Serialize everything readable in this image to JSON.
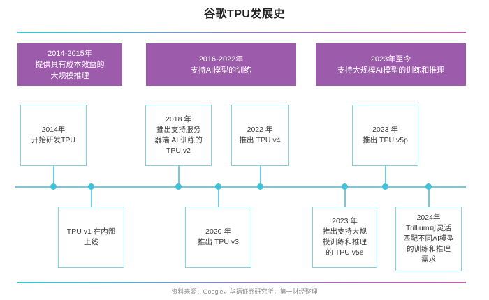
{
  "title": "谷歌TPU发展史",
  "colors": {
    "phase_fill": "#9d5bab",
    "card_border": "#7fd4e0",
    "axis": "#6fcbdd",
    "dot": "#3fc3db",
    "rule_start": "#3ec8cc",
    "rule_end": "#bf5fa9"
  },
  "phases": [
    {
      "label": "2014-2015年\n提供具有成本效益的\n大规模推理"
    },
    {
      "label": "2016-2022年\n支持AI模型的训练"
    },
    {
      "label": "2023年至今\n支持大规模AI模型的训练和推理"
    }
  ],
  "events": [
    {
      "label": "2014年\n开始研发TPU",
      "side": "above"
    },
    {
      "label": "TPU v1 在内部\n上线",
      "side": "below"
    },
    {
      "label": "2018 年\n推出支持服务\n器端 AI 训练的\nTPU v2",
      "side": "above"
    },
    {
      "label": "2020 年\n推出 TPU v3",
      "side": "below"
    },
    {
      "label": "2022 年\n推出 TPU v4",
      "side": "above"
    },
    {
      "label": "2023 年\n推出支持大规\n模训练和推理\n的 TPU v5e",
      "side": "below"
    },
    {
      "label": "2023 年\n推出 TPU v5p",
      "side": "above"
    },
    {
      "label": "2024年\nTrillium可灵活\n匹配不同AI模型\n的训练和推理\n需求",
      "side": "below"
    }
  ],
  "source": "资料来源：Google，华福证券研究所，第一财经整理"
}
